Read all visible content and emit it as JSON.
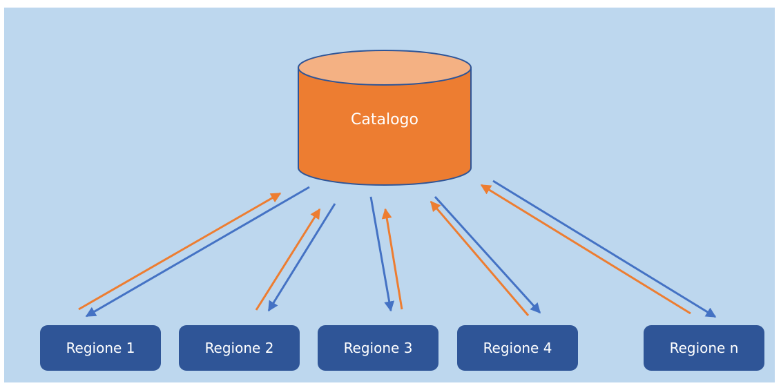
{
  "colors": {
    "background": "#bdd7ee",
    "cylinder_body": "#ed7d31",
    "cylinder_top": "#f4b183",
    "cylinder_stroke": "#2f5597",
    "region_fill": "#2f5597",
    "arrow_to_catalog": "#ed7d31",
    "arrow_to_region": "#4472c4"
  },
  "catalog": {
    "label": "Catalogo",
    "icon": "database-cylinder-icon"
  },
  "regions": [
    {
      "label": "Regione 1"
    },
    {
      "label": "Regione 2"
    },
    {
      "label": "Regione 3"
    },
    {
      "label": "Regione 4"
    },
    {
      "label": "Regione n"
    }
  ]
}
